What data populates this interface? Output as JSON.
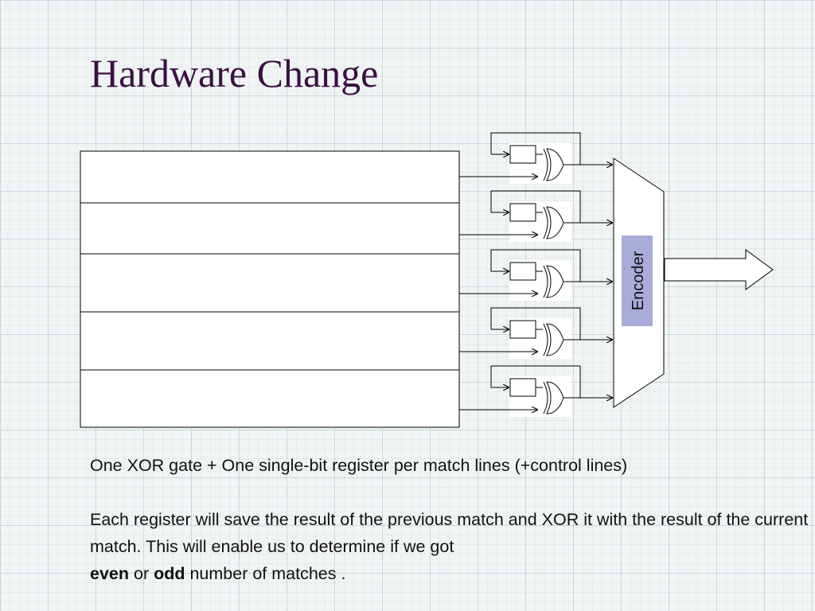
{
  "slide": {
    "title": "Hardware Change",
    "encoder_label": "Encoder",
    "line1": "One XOR gate + One single-bit register per match lines (+control lines)",
    "para2": "Each register will save the result of the previous match and XOR it with the result of the current match. This will enable us to determine if we got",
    "even": "even",
    "or": " or ",
    "odd": "odd",
    "tail": " number of matches ."
  },
  "colors": {
    "title": "#3a1041",
    "encoder_box": "#a9acd8",
    "background": "#f1f4f4"
  }
}
